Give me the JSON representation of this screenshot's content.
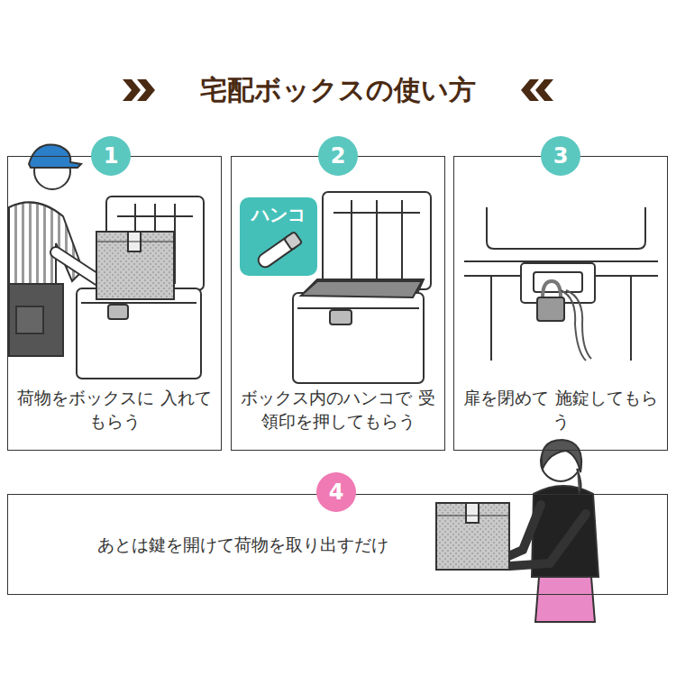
{
  "diagram": {
    "title": "宅配ボックスの使い方",
    "nodes": [
      {
        "text": [
          "1"
        ]
      },
      {
        "text": [
          "荷物をボックスに 入れてもらう"
        ]
      },
      {
        "text": [
          "2"
        ]
      },
      {
        "text": [
          "ボックス内のハンコで 受領印を押してもらう"
        ]
      },
      {
        "text": [
          "ハンコ"
        ],
        "in": 3
      },
      {
        "text": [
          "3"
        ]
      },
      {
        "text": [
          "扉を閉めて 施錠してもらう"
        ]
      },
      {
        "text": [
          "4"
        ]
      },
      {
        "text": [
          "あとは鍵を開けて荷物を取り出すだけ"
        ]
      }
    ]
  }
}
